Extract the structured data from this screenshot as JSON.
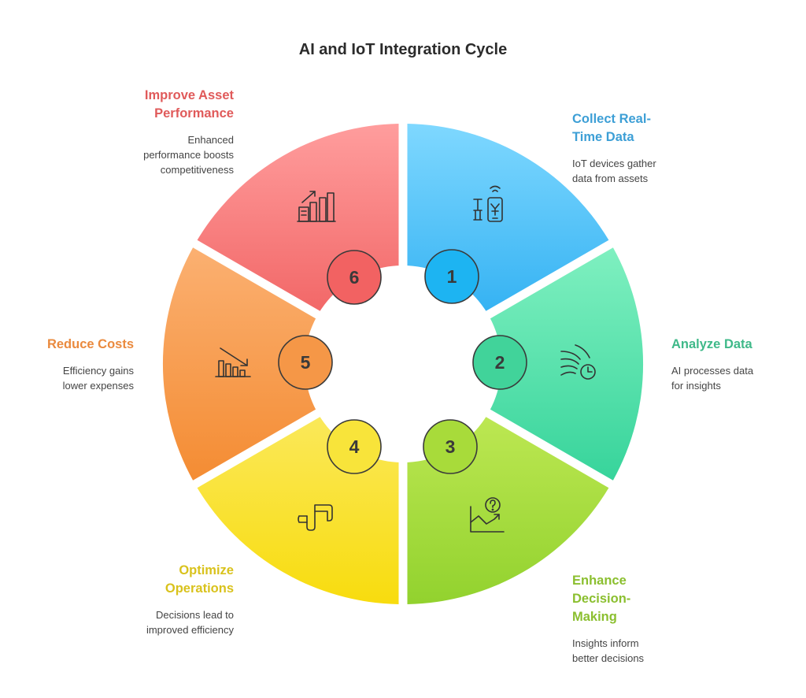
{
  "title": "AI and IoT Integration Cycle",
  "steps": [
    {
      "number": "1",
      "heading_lines": [
        "Collect Real-",
        "Time Data"
      ],
      "desc_lines": [
        "IoT devices gather",
        "data from assets"
      ],
      "color": "#4bb3f2",
      "text_color": "#3d9fd6",
      "icon": "iot-device-icon"
    },
    {
      "number": "2",
      "heading_lines": [
        "Analyze Data"
      ],
      "desc_lines": [
        "AI processes data",
        "for insights"
      ],
      "color": "#43d6a0",
      "text_color": "#3fb989",
      "icon": "data-stream-clock-icon"
    },
    {
      "number": "3",
      "heading_lines": [
        "Enhance",
        "Decision-",
        "Making"
      ],
      "desc_lines": [
        "Insights inform",
        "better decisions"
      ],
      "color": "#9fd63a",
      "text_color": "#8bbf2f",
      "icon": "chart-question-icon"
    },
    {
      "number": "4",
      "heading_lines": [
        "Optimize",
        "Operations"
      ],
      "desc_lines": [
        "Decisions lead to",
        "improved efficiency"
      ],
      "color": "#f7e02a",
      "text_color": "#d9c21c",
      "icon": "pipe-flow-icon"
    },
    {
      "number": "5",
      "heading_lines": [
        "Reduce Costs"
      ],
      "desc_lines": [
        "Efficiency gains",
        "lower expenses"
      ],
      "color": "#f59a4a",
      "text_color": "#ea8a3e",
      "icon": "declining-bars-icon"
    },
    {
      "number": "6",
      "heading_lines": [
        "Improve Asset",
        "Performance"
      ],
      "desc_lines": [
        "Enhanced",
        "performance boosts",
        "competitiveness"
      ],
      "color": "#f26a6a",
      "text_color": "#e05a5a",
      "icon": "growth-buildings-icon"
    }
  ]
}
